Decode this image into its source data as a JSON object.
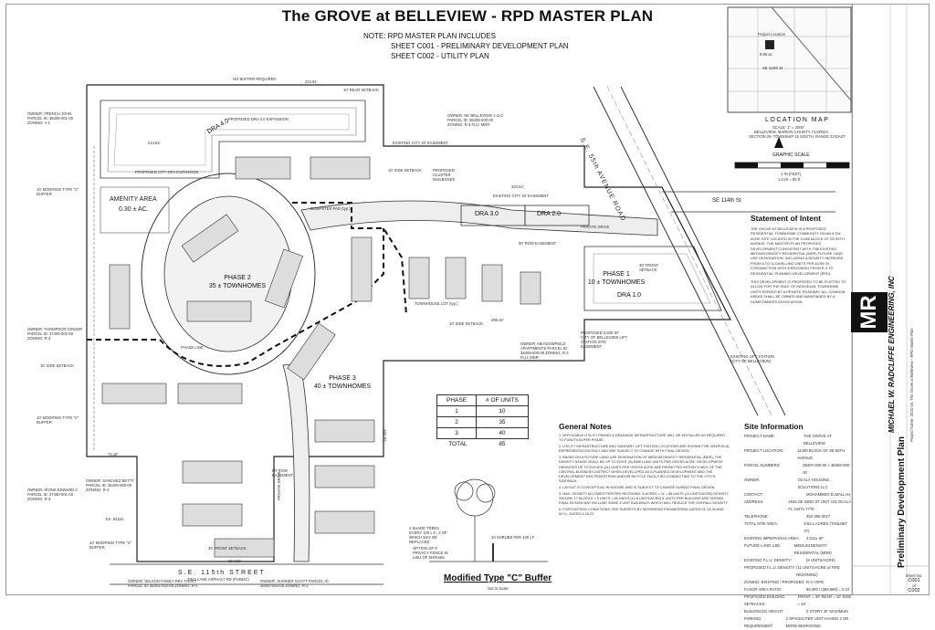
{
  "title": "The GROVE at BELLEVIEW - RPD MASTER PLAN",
  "note": {
    "line1": "NOTE:  RPD MASTER PLAN INCLUDES",
    "line2": "SHEET C001 - PRELIMINARY DEVELOPMENT PLAN",
    "line3": "SHEET C002 - UTILITY PLAN"
  },
  "labels": {
    "amenity": "AMENITY AREA",
    "amenity_area": "0.30 ± AC.",
    "phase2": "PHASE 2",
    "phase2_units": "35 ± TOWNHOMES",
    "phase1": "PHASE 1",
    "phase1_units": "10 ± TOWNHOMES",
    "phase3": "PHASE 3",
    "phase3_units": "40 ± TOWNHOMES",
    "dra1": "DRA 1.0",
    "dra2": "DRA 2.0",
    "dra3": "DRA 3.0",
    "dra4": "DRA 4.0",
    "road": "S.E. 55th AVENUE ROAD",
    "street_south": "S.E. 115th STREET",
    "street_ne": "SE 114th St",
    "phase_line": "PHASE LINE",
    "townhouse_lot": "TOWNHOUSE LOT (typ.)",
    "dumpster": "DUMPSTER PAD (typ.)",
    "proposed_cluster": "PROPOSED CLUSTER MAILBOXES",
    "side_setback": "10' SIDE SETBACK",
    "rear_setback": "10' REAR SETBACK",
    "front_setback": "30' FRONT SETBACK",
    "buffer_c": "10' MODIFIED TYPE \"C\" BUFFER",
    "row_easement": "50' ROW EASEMENT",
    "private_drive": "PRIVATE DRIVE",
    "proposed_dra": "PROPOSED DRA 4.0 EXPANSION",
    "proposed_city_dra": "PROPOSED CITY DRA EXPANSION",
    "existing_easement": "EXISTING CITY 20' EASEMENT",
    "lift_station": "PROPOSED 2,500 SF CITY OF BELLEVIEW LIFT STATION SITE EASEMENT",
    "existing_lift": "EXISTING LIFT STATION (CITY OF BELLEVIEW)",
    "no_buffer": "NO BUFFER REQUIRED",
    "owner_french": "OWNER: FRENCH JOHN PARCEL ID: 38408-001-00 ZONING: A-1",
    "owner_nk": "OWNER: NK BELLEVIEW 1 LLC PARCEL ID: 38408-000-00 ZONING: R-3 FLU: MDR",
    "owner_thompson": "OWNER: THOMPSON GINGER PARCEL ID: 37400-002-00 ZONING: R-4",
    "owner_meadow": "OWNER: MEADOWFIELD APARTMENTS PARCEL ID: 38408-000-00 ZONING: R-3 FLU: MDR",
    "owner_sanchez": "OWNER: SANCHEZ BETTY PARCEL ID: 38409-000-00 ZONING: R-4",
    "owner_irons": "OWNER: IRONS EDWARD C PARCEL ID: 37460-001-00 ZONING: R-4",
    "owner_wilson": "OWNER: WILSON FAMILY REV TRUST PARCEL ID: 38402-002-00 ZONING: R-1",
    "owner_sumner": "OWNER: SUMNER SCOTT PARCEL ID: 38402-003-00 ZONING: R-1",
    "ex_bldg": "EX. BLDG.",
    "paved": "TWO LANE ASPHALT RD (PUBLIC)",
    "dim_224": "224.81'",
    "dim_214": "214.82'",
    "dim_343": "343.54'",
    "dim_499": "499.46'",
    "dim_264": "264.99'",
    "dim_73": "73.19'",
    "dim_340": "340.30'"
  },
  "location_map": {
    "title": "LOCATION MAP",
    "scale": "SCALE: 1\" = 2000'",
    "city": "BELLEVIEW, MARION COUNTY, FLORIDA",
    "section": "SECTION 29, TOWNSHIP 16 SOUTH, RANGE 23 EAST",
    "project_location": "Project Location",
    "acreage": "9.86 ac",
    "street": "SE 110th St",
    "graphic_scale": "GRAPHIC SCALE",
    "scale_note1": "1 IN (FEET)",
    "scale_note2": "1 inch = 60 ft."
  },
  "statement": {
    "heading": "Statement of Intent",
    "p1": "THE GROVE AT BELLEVIEW IS A PROPOSED RESIDENTIAL TOWNHOME COMMUNITY ON AN 9.53± ACRE SITE LOCATED IN THE 11400 BLOCK OF SE 55TH AVENUE. THE MASTER PLAN PROPOSES DEVELOPMENT CONSISTENT WITH THE EXISTING MEDIUM DENSITY RESIDENTIAL (MDR) FUTURE LAND USE DESIGNATION, INCLUDING A DENSITY INCREASE FROM 8 TO 11 DWELLING UNITS PER ACRE IN CONJUNCTION WITH A REZONING FROM R-3 TO RESIDENTIAL PLANNED DEVELOPMENT (RPD).",
    "p2": "THIS DEVELOPMENT IS PROPOSED TO BE PLATTED TO ALLOW FOR THE SALE OF INDIVIDUAL TOWNHOME UNITS SERVED BY A PRIVATE ROADWAY. ALL COMMON AREAS SHALL BE OWNED AND MAINTAINED BY A HOMEOWNERS ASSOCIATION."
  },
  "units_table": {
    "headers": [
      "PHASE",
      "# OF UNITS"
    ],
    "rows": [
      [
        "1",
        "10"
      ],
      [
        "2",
        "35"
      ],
      [
        "3",
        "40"
      ]
    ],
    "total_label": "TOTAL",
    "total_value": "85"
  },
  "general_notes": {
    "heading": "General Notes",
    "items": [
      "1. APPLICABLE UTILITY PAVING & DRAINAGE INFRASTRUCTURE WILL BE INSTALLED AS REQUIRED TO FUNCTION PER PHASE.",
      "2. UTILITY INFRASTRUCTURE AND SANITARY LIFT STATION LOCATIONS ARE SHOWN FOR GRAPHICAL REPRESENTATION ONLY AND ARE SUBJECT TO CHANGE WITH FINAL DESIGN.",
      "3. BASED ON A FUTURE LAND USE DESIGNATION OF MEDIUM DENSITY RESIDENTIAL (MDR), THE DENSITY RANGE SHALL BE UP TO EIGHT (8) DWELLING UNITS PER GROSS ACRE. DEVELOPMENT DENSITIES UP TO ELEVEN (11) UNITS PER GROSS ACRE ARE PERMITTED WITHIN ½ MILE OF THE CENTRAL BUSINESS DISTRICT WHEN DEVELOPED AS A PLANNED DEVELOPMENT AND THE DEVELOPMENT HAS PEDESTRIAN AND/OR BICYCLE FACILITIES CONNECTING TO THE CITY'S SIDEWALK.",
      "4. LAYOUT IS CONCEPTUAL IN NATURE AND IS SUBJECT TO CHANGE DURING FINAL DESIGN.",
      "5. MAX. DENSITY ALLOWED PER RPD REZONING: 8 ACRES × 11 = 88 UNITS (11 UNITS/ACRE) DENSITY SHOWN: 17 BLOCKS × 5 UNITS = 85 UNITS (10.8 UNITS/ACRE) 5 UNITS PER BUILDING ARE SHOWN. FINAL DESIGN MAY INCLUDE SOME 4 UNIT BUILDINGS WHICH WILL REDUCE THE OVERALL DENSITY.",
      "6. FOR EXISTING CONDITIONS, SEE SURVEYS BY MOORHEAD ENGINEERING DATED 01-13-26 AND M.V.L. DATED 6-16-22"
    ]
  },
  "site_info": {
    "heading": "Site Information",
    "rows": [
      [
        "PROJECT NAME:",
        "THE GROVE AT BELLEVIEW"
      ],
      [
        "PROJECT LOCATION:",
        "11400 BLOCK OF SE 55TH AVENUE"
      ],
      [
        "PARCEL NUMBERS:",
        "38407-000-00 + 38408-000-00"
      ],
      [
        "OWNER:",
        "OCALA HOUSING SOLUTIONS LLC"
      ],
      [
        "CONTACT:",
        "MOHAMMED ELMALLAH"
      ],
      [
        "ADDRESS:",
        "2635 SE 32ND ST UNIT 102 OCALA FL 34471-7776"
      ],
      [
        "TELEPHONE:",
        "352-306-3027"
      ],
      [
        "TOTAL SITE AREA:",
        "9.53 ± ACRES (TANLIBIT 37)"
      ],
      [
        "EXISTING IMPERVIOUS AREA:",
        "2,011± SF"
      ],
      [
        "FUTURE LAND USE:",
        "MEDIUM DENSITY RESIDENTIAL (MDR)"
      ],
      [
        "EXISTING F.L.U. DENSITY:",
        "(8 UNITS/ACRE)"
      ],
      [
        "PROPOSED F.L.U. DENSITY:",
        "(11 UNITS/ACRE w/ RPD REZONING)"
      ],
      [
        "ZONING: EXISTING / PROPOSED:",
        "R-3 / RPD"
      ],
      [
        "FLOOR AREA RATIO:",
        "86,400 / (399,880) = 0.22"
      ],
      [
        "PROPOSED BUILDING SETBACKS:",
        "FRONT = 30' REAR = 10' SIDE = 10'"
      ],
      [
        "BUILDING(S) HEIGHT:",
        "2 STORY  40' MAXIMUM"
      ],
      [
        "PARKING REQUIREMENT:",
        "2 SPACES PER UNIT HAVING 2 OR MORE BEDROOMS"
      ]
    ]
  },
  "buffer_detail": {
    "title": "Modified Type \"C\" Buffer",
    "subtitle": "Not to Scale",
    "note1": "4 SHADE TREES EVERY 100 L.F., 2 OF WHICH MAY BE REPLACED",
    "note2": "10 SHRUBS PER 100 LF",
    "note3": "OPTION OF 6' PRIVACY FENCE IN LIEU OF SHRUBS"
  },
  "title_block": {
    "firm": "MICHAEL W. RADCLIFFE ENGINEERING, INC",
    "logo": "MR",
    "sheet_title": "Preliminary Development Plan",
    "project": "Project Name: 2024-16, The Grove at Belleview - RPD Master Plan",
    "sheet_no_label": "Sheet No.",
    "sheet_no": "C001",
    "of": "of",
    "total": "C002"
  }
}
